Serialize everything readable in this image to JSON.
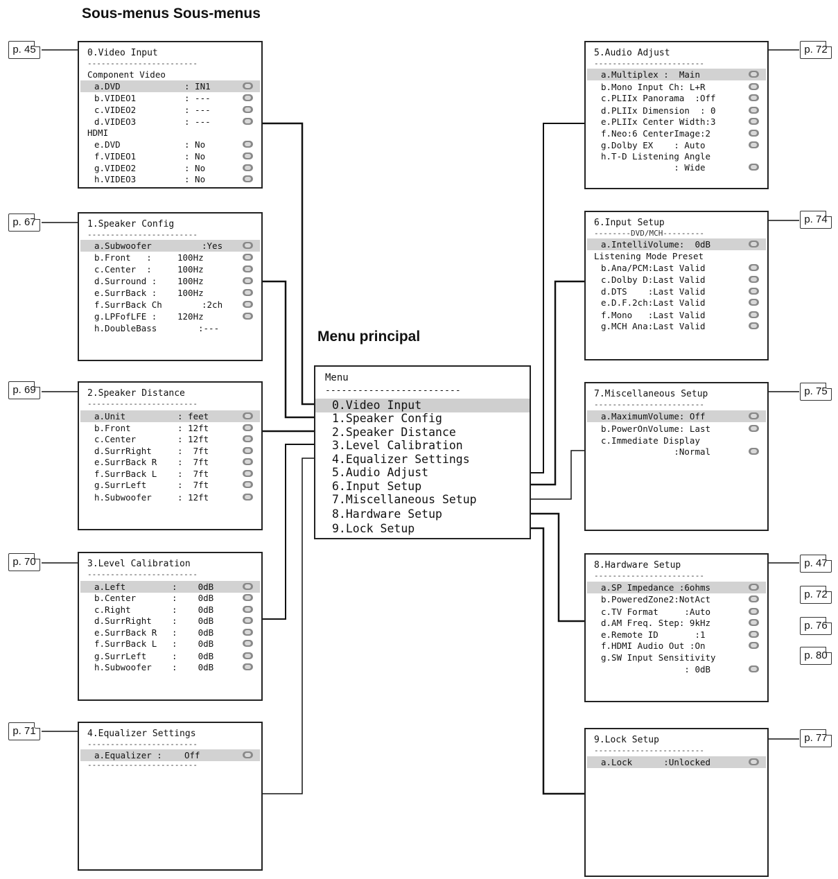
{
  "headings": {
    "submenus": "Sous-menus Sous-menus",
    "main_menu": "Menu principal"
  },
  "main_menu": {
    "title": "Menu",
    "separator": "-------------------------",
    "items": [
      "0.Video Input",
      "1.Speaker Config",
      "2.Speaker Distance",
      "3.Level Calibration",
      "4.Equalizer Settings",
      "5.Audio Adjust",
      "6.Input Setup",
      "7.Miscellaneous Setup",
      "8.Hardware Setup",
      "9.Lock Setup"
    ]
  },
  "page_refs": {
    "video_input": "p. 45",
    "speaker_config": "p. 67",
    "speaker_distance": "p. 69",
    "level_calibration": "p. 70",
    "equalizer": "p. 71",
    "audio_adjust": "p. 72",
    "input_setup": "p. 74",
    "misc_setup": "p. 75",
    "hardware_1": "p. 47",
    "hardware_2": "p. 72",
    "hardware_3": "p. 76",
    "hardware_4": "p. 80",
    "lock_setup": "p. 77"
  },
  "video_input": {
    "title": "0.Video Input",
    "separator": "------------------------",
    "group1": "Component Video",
    "group2": "HDMI",
    "rows": [
      {
        "label": "a.DVD",
        "value": ": IN1"
      },
      {
        "label": "b.VIDEO1",
        "value": ": ---"
      },
      {
        "label": "c.VIDEO2",
        "value": ": ---"
      },
      {
        "label": "d.VIDEO3",
        "value": ": ---"
      },
      {
        "label": "e.DVD",
        "value": ": No"
      },
      {
        "label": "f.VIDEO1",
        "value": ": No"
      },
      {
        "label": "g.VIDEO2",
        "value": ": No"
      },
      {
        "label": "h.VIDEO3",
        "value": ": No"
      }
    ]
  },
  "speaker_config": {
    "title": "1.Speaker Config",
    "separator": "------------------------",
    "rows": [
      {
        "label": "a.Subwoofer",
        "value": ":Yes"
      },
      {
        "label": "b.Front   :",
        "value": "100Hz"
      },
      {
        "label": "c.Center  :",
        "value": "100Hz"
      },
      {
        "label": "d.Surround :",
        "value": "100Hz"
      },
      {
        "label": "e.SurrBack :",
        "value": "100Hz"
      },
      {
        "label": "f.SurrBack Ch",
        "value": ":2ch"
      },
      {
        "label": "g.LPFofLFE :",
        "value": "120Hz"
      },
      {
        "label": "h.DoubleBass",
        "value": ":---"
      }
    ]
  },
  "speaker_distance": {
    "title": "2.Speaker Distance",
    "separator": "------------------------",
    "rows": [
      {
        "label": "a.Unit",
        "value": ": feet"
      },
      {
        "label": "b.Front",
        "value": ": 12ft"
      },
      {
        "label": "c.Center",
        "value": ": 12ft"
      },
      {
        "label": "d.SurrRight",
        "value": ":  7ft"
      },
      {
        "label": "e.SurrBack R",
        "value": ":  7ft"
      },
      {
        "label": "f.SurrBack L",
        "value": ":  7ft"
      },
      {
        "label": "g.SurrLeft",
        "value": ":  7ft"
      },
      {
        "label": "h.Subwoofer",
        "value": ": 12ft"
      }
    ]
  },
  "level_calibration": {
    "title": "3.Level Calibration",
    "separator": "------------------------",
    "rows": [
      {
        "label": "a.Left",
        "value": ":    0dB"
      },
      {
        "label": "b.Center",
        "value": ":    0dB"
      },
      {
        "label": "c.Right",
        "value": ":    0dB"
      },
      {
        "label": "d.SurrRight",
        "value": ":    0dB"
      },
      {
        "label": "e.SurrBack R",
        "value": ":    0dB"
      },
      {
        "label": "f.SurrBack L",
        "value": ":    0dB"
      },
      {
        "label": "g.SurrLeft",
        "value": ":    0dB"
      },
      {
        "label": "h.Subwoofer",
        "value": ":    0dB"
      }
    ]
  },
  "equalizer": {
    "title": "4.Equalizer Settings",
    "separator": "------------------------",
    "rows": [
      {
        "label": "a.Equalizer :",
        "value": "Off"
      }
    ]
  },
  "audio_adjust": {
    "title": "5.Audio Adjust",
    "separator": "------------------------",
    "rows": [
      "a.Multiplex :  Main",
      "b.Mono Input Ch: L+R",
      "c.PLIIx Panorama  :Off",
      "d.PLIIx Dimension  : 0",
      "e.PLIIx Center Width:3",
      "f.Neo:6 CenterImage:2",
      "g.Dolby EX    : Auto",
      "h.T-D Listening Angle",
      "              : Wide"
    ]
  },
  "input_setup": {
    "title": "6.Input Setup",
    "subhead": "--------DVD/MCH---------",
    "group": "Listening Mode Preset",
    "rows": [
      "a.IntelliVolume:  0dB",
      "b.Ana/PCM:Last Valid",
      "c.Dolby D:Last Valid",
      "d.DTS    :Last Valid",
      "e.D.F.2ch:Last Valid",
      "f.Mono   :Last Valid",
      "g.MCH Ana:Last Valid"
    ]
  },
  "misc_setup": {
    "title": "7.Miscellaneous Setup",
    "separator": "------------------------",
    "rows": [
      "a.MaximumVolume: Off",
      "b.PowerOnVolume: Last",
      "c.Immediate Display",
      "              :Normal"
    ]
  },
  "hardware_setup": {
    "title": "8.Hardware Setup",
    "separator": "------------------------",
    "rows": [
      "a.SP Impedance :6ohms",
      "b.PoweredZone2:NotAct",
      "c.TV Format     :Auto",
      "d.AM Freq. Step: 9kHz",
      "e.Remote ID       :1",
      "f.HDMI Audio Out :On",
      "g.SW Input Sensitivity",
      "                : 0dB"
    ]
  },
  "lock_setup": {
    "title": "9.Lock Setup",
    "separator": "------------------------",
    "rows": [
      "a.Lock      :Unlocked"
    ]
  }
}
